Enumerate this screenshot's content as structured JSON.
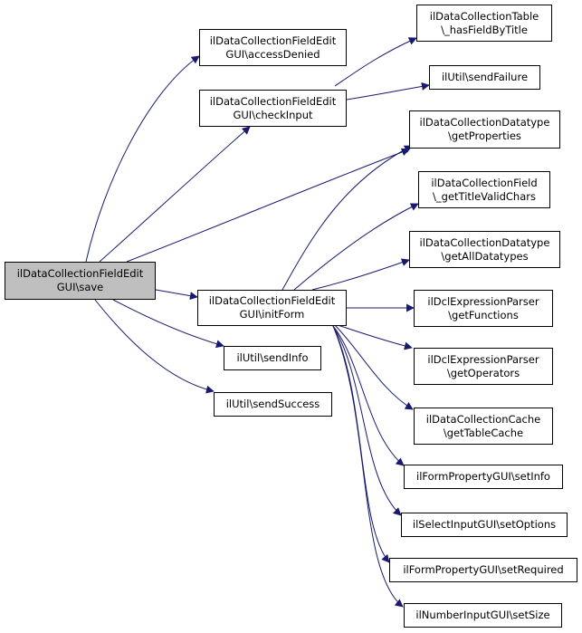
{
  "graph": {
    "colors": {
      "edge": "#191970",
      "node_border": "#000000",
      "focus_fill": "#bfbfbf",
      "node_fill": "#ffffff"
    },
    "nodes": {
      "save": {
        "line1": "ilDataCollectionFieldEdit",
        "line2": "GUI\\save"
      },
      "access_denied": {
        "line1": "ilDataCollectionFieldEdit",
        "line2": "GUI\\accessDenied"
      },
      "check_input": {
        "line1": "ilDataCollectionFieldEdit",
        "line2": "GUI\\checkInput"
      },
      "init_form": {
        "line1": "ilDataCollectionFieldEdit",
        "line2": "GUI\\initForm"
      },
      "send_info": {
        "line1": "ilUtil\\sendInfo"
      },
      "send_success": {
        "line1": "ilUtil\\sendSuccess"
      },
      "has_field_by_title": {
        "line1": "ilDataCollectionTable",
        "line2": "\\_hasFieldByTitle"
      },
      "send_failure": {
        "line1": "ilUtil\\sendFailure"
      },
      "get_properties": {
        "line1": "ilDataCollectionDatatype",
        "line2": "\\getProperties"
      },
      "get_title_valid_chars": {
        "line1": "ilDataCollectionField",
        "line2": "\\_getTitleValidChars"
      },
      "get_all_datatypes": {
        "line1": "ilDataCollectionDatatype",
        "line2": "\\getAllDatatypes"
      },
      "get_functions": {
        "line1": "ilDclExpressionParser",
        "line2": "\\getFunctions"
      },
      "get_operators": {
        "line1": "ilDclExpressionParser",
        "line2": "\\getOperators"
      },
      "get_table_cache": {
        "line1": "ilDataCollectionCache",
        "line2": "\\getTableCache"
      },
      "set_info": {
        "line1": "ilFormPropertyGUI\\setInfo"
      },
      "set_options": {
        "line1": "ilSelectInputGUI\\setOptions"
      },
      "set_required": {
        "line1": "ilFormPropertyGUI\\setRequired"
      },
      "set_size": {
        "line1": "ilNumberInputGUI\\setSize"
      }
    },
    "edges": [
      {
        "from": "save",
        "to": "access_denied"
      },
      {
        "from": "save",
        "to": "check_input"
      },
      {
        "from": "save",
        "to": "get_properties"
      },
      {
        "from": "save",
        "to": "init_form"
      },
      {
        "from": "save",
        "to": "send_info"
      },
      {
        "from": "save",
        "to": "send_success"
      },
      {
        "from": "check_input",
        "to": "has_field_by_title"
      },
      {
        "from": "check_input",
        "to": "send_failure"
      },
      {
        "from": "init_form",
        "to": "get_properties"
      },
      {
        "from": "init_form",
        "to": "get_title_valid_chars"
      },
      {
        "from": "init_form",
        "to": "get_all_datatypes"
      },
      {
        "from": "init_form",
        "to": "get_functions"
      },
      {
        "from": "init_form",
        "to": "get_operators"
      },
      {
        "from": "init_form",
        "to": "get_table_cache"
      },
      {
        "from": "init_form",
        "to": "set_info"
      },
      {
        "from": "init_form",
        "to": "set_options"
      },
      {
        "from": "init_form",
        "to": "set_required"
      },
      {
        "from": "init_form",
        "to": "set_size"
      }
    ]
  }
}
